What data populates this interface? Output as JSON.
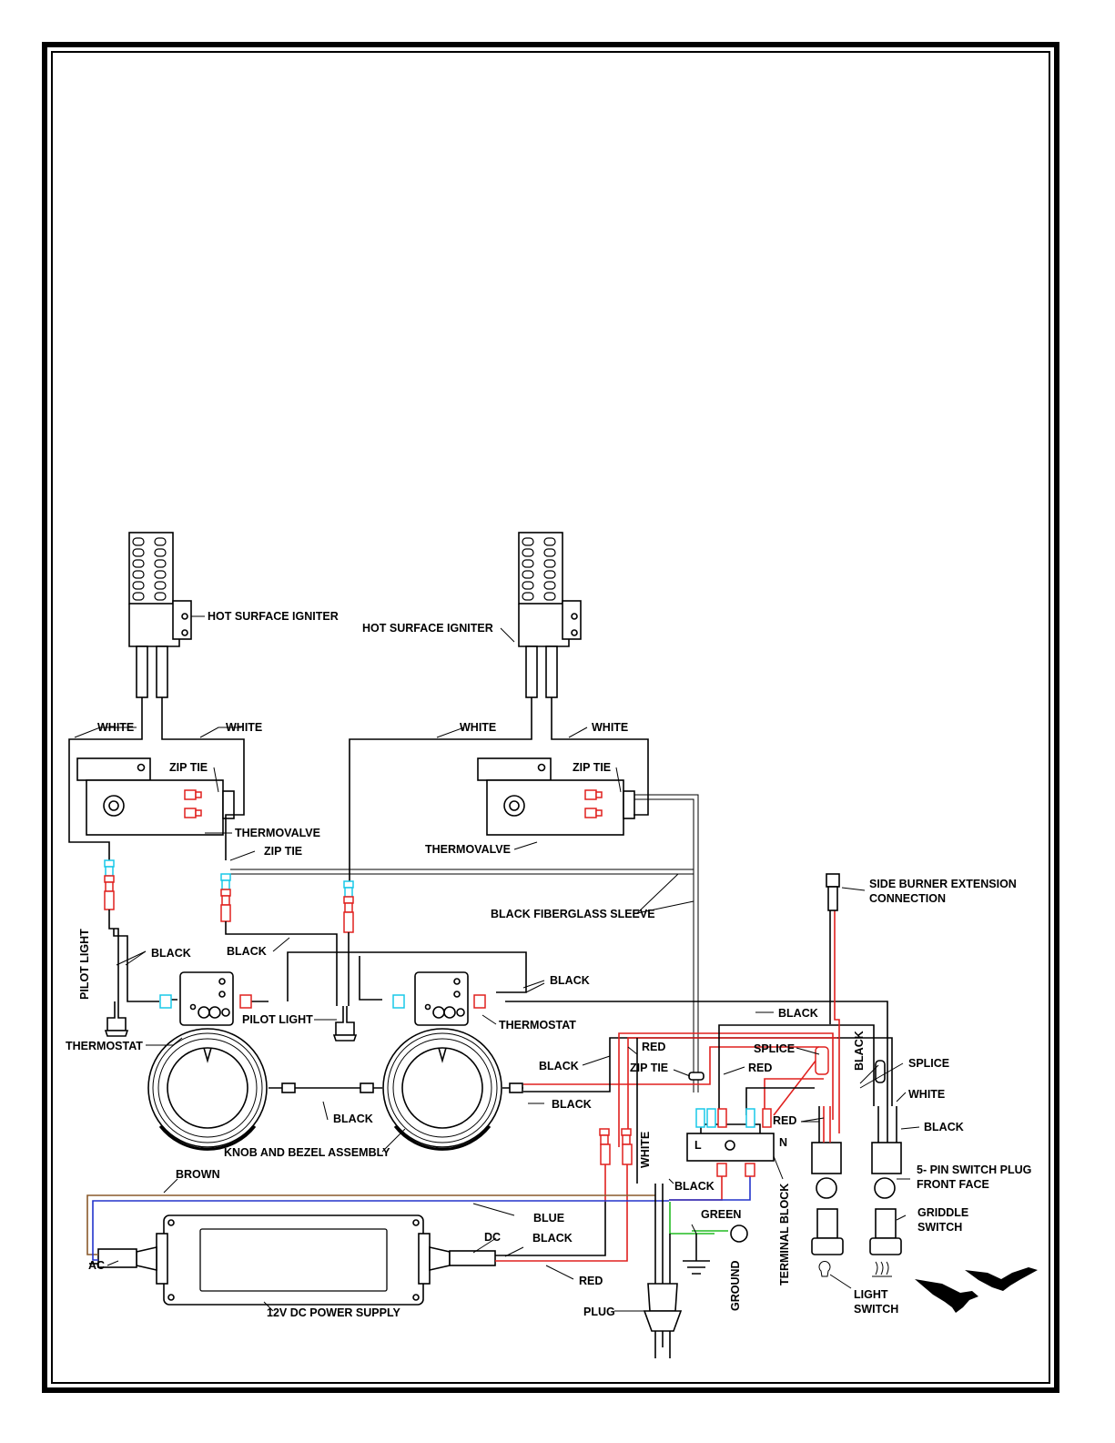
{
  "labels": {
    "hot_surface_igniter_left": "HOT SURFACE IGNITER",
    "hot_surface_igniter_right": "HOT SURFACE IGNITER",
    "white_1": "WHITE",
    "white_2": "WHITE",
    "white_3": "WHITE",
    "white_4": "WHITE",
    "zip_tie_1": "ZIP TIE",
    "zip_tie_2": "ZIP TIE",
    "zip_tie_3": "ZIP TIE",
    "zip_tie_4": "ZIP TIE",
    "thermovalve_left": "THERMOVALVE",
    "thermovalve_right": "THERMOVALVE",
    "black_fiberglass_sleeve": "BLACK FIBERGLASS SLEEVE",
    "side_burner_ext_1": "SIDE BURNER EXTENSION",
    "side_burner_ext_2": "CONNECTION",
    "pilot_light_vertical": "PILOT LIGHT",
    "pilot_light": "PILOT LIGHT",
    "black_1": "BLACK",
    "black_2": "BLACK",
    "black_3": "BLACK",
    "black_4": "BLACK",
    "black_5": "BLACK",
    "black_6": "BLACK",
    "black_7": "BLACK",
    "black_8": "BLACK",
    "black_9": "BLACK",
    "black_10": "BLACK",
    "black_vertical": "BLACK",
    "thermostat_left": "THERMOSTAT",
    "thermostat_right": "THERMOSTAT",
    "red_1": "RED",
    "red_2": "RED",
    "red_3": "RED",
    "red_4": "RED",
    "splice_1": "SPLICE",
    "splice_2": "SPLICE",
    "white_5": "WHITE",
    "white_vertical": "WHITE",
    "knob_bezel": "KNOB AND BEZEL ASSEMBLY",
    "brown": "BROWN",
    "blue": "BLUE",
    "green": "GREEN",
    "ac": "AC",
    "dc": "DC",
    "power_supply": "12V DC POWER SUPPLY",
    "plug": "PLUG",
    "ground": "GROUND",
    "terminal_block": "TERMINAL BLOCK",
    "term_l": "L",
    "term_n": "N",
    "switch_plug_1": "5- PIN SWITCH PLUG",
    "switch_plug_2": "FRONT FACE",
    "griddle_switch_1": "GRIDDLE",
    "griddle_switch_2": "SWITCH",
    "light_switch_1": "LIGHT",
    "light_switch_2": "SWITCH"
  },
  "colors": {
    "black_wire": "#000000",
    "red_wire": "#e0201e",
    "blue_wire": "#2233cc",
    "green_wire": "#22bb22",
    "brown_wire": "#8a5a2b",
    "connector_cyan": "#19c8e8",
    "connector_red": "#e0201e"
  },
  "icons": [
    "igniter-icon",
    "thermovalve-icon",
    "thermostat-icon",
    "knob-bezel-icon",
    "power-supply-icon",
    "plug-icon",
    "ground-icon",
    "terminal-block-icon",
    "switch-icon",
    "bulb-icon",
    "griddle-heat-icon",
    "eagles-logo-icon"
  ]
}
